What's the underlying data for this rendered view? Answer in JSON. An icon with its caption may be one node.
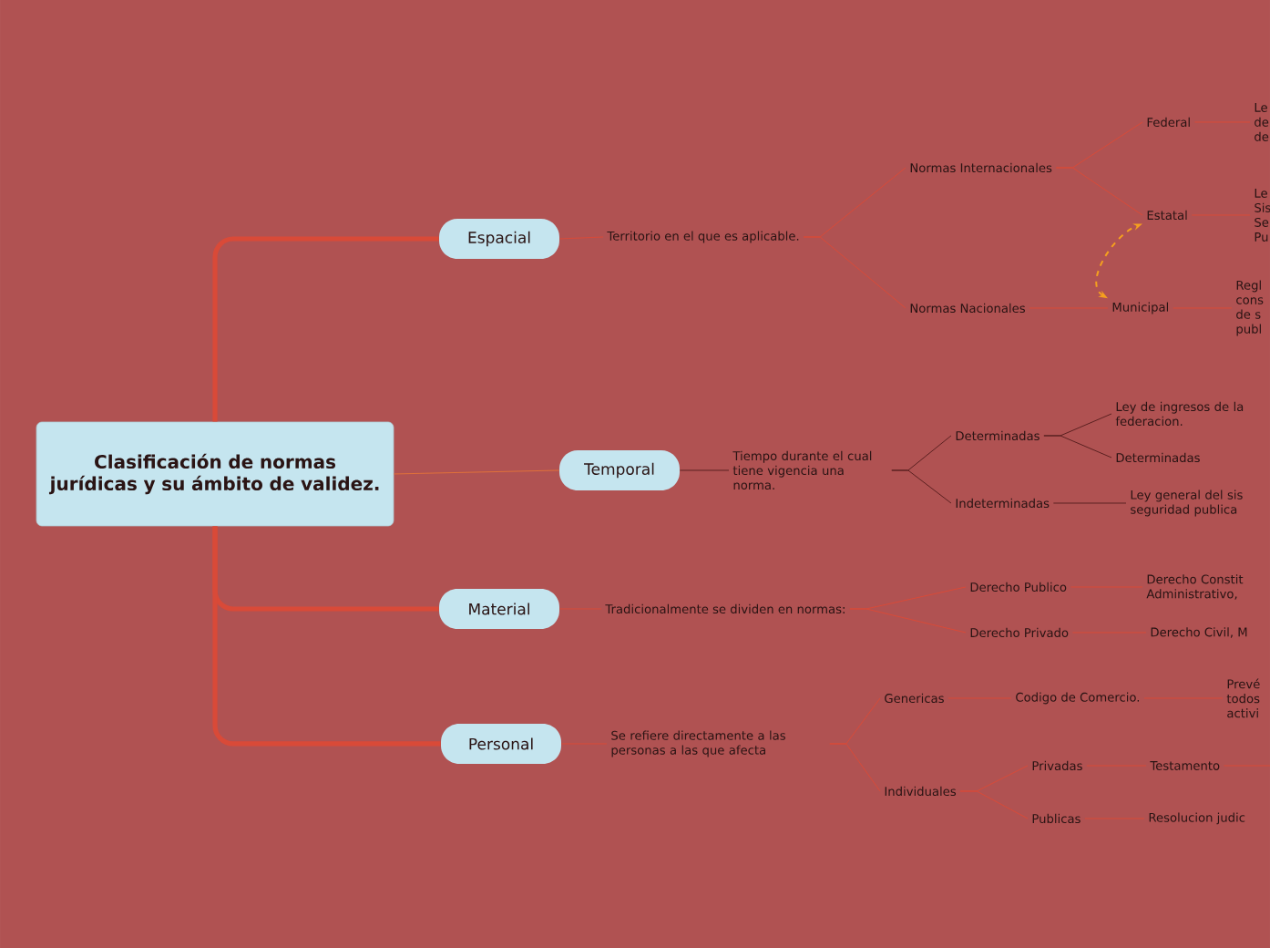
{
  "diagram": {
    "nodes": [
      {
        "text": [
          "Clasificación de normas jurídicas y su ámbito de validez."
        ]
      },
      {
        "text": [
          "Espacial"
        ]
      },
      {
        "text": [
          "Territorio en el que es aplicable."
        ]
      },
      {
        "text": [
          "Normas Internacionales"
        ]
      },
      {
        "text": [
          "Federal"
        ]
      },
      {
        "text": [
          "Le de de"
        ]
      },
      {
        "text": [
          "Estatal"
        ]
      },
      {
        "text": [
          "Le Sis Se Pu"
        ]
      },
      {
        "text": [
          "Normas Nacionales"
        ]
      },
      {
        "text": [
          "Municipal"
        ]
      },
      {
        "text": [
          "Regl cons de s publ"
        ]
      },
      {
        "text": [
          "Temporal"
        ]
      },
      {
        "text": [
          "Tiempo durante el cual tiene vigencia una norma."
        ]
      },
      {
        "text": [
          "Determinadas"
        ]
      },
      {
        "text": [
          "Ley de ingresos de la federacion."
        ]
      },
      {
        "text": [
          "Determinadas"
        ]
      },
      {
        "text": [
          "Indeterminadas"
        ]
      },
      {
        "text": [
          "Ley general del sis seguridad publica"
        ]
      },
      {
        "text": [
          "Material"
        ]
      },
      {
        "text": [
          "Tradicionalmente se dividen en normas:"
        ]
      },
      {
        "text": [
          "Derecho Publico"
        ]
      },
      {
        "text": [
          "Derecho Constit Administrativo,"
        ]
      },
      {
        "text": [
          "Derecho Privado"
        ]
      },
      {
        "text": [
          "Derecho Civil, M"
        ]
      },
      {
        "text": [
          "Personal"
        ]
      },
      {
        "text": [
          "Se refiere directamente a las personas a las que afecta"
        ]
      },
      {
        "text": [
          "Genericas"
        ]
      },
      {
        "text": [
          "Codigo de Comercio."
        ]
      },
      {
        "text": [
          "Prevé todos activi"
        ]
      },
      {
        "text": [
          "Individuales"
        ]
      },
      {
        "text": [
          "Privadas"
        ]
      },
      {
        "text": [
          "Testamento"
        ]
      },
      {
        "text": [
          "Publicas"
        ]
      },
      {
        "text": [
          "Resolucion judic"
        ]
      }
    ],
    "edges": [
      {
        "from": 0,
        "to": 1,
        "arrow": "none",
        "style": "thick"
      },
      {
        "from": 1,
        "to": 2,
        "arrow": "none"
      },
      {
        "from": 2,
        "to": 3,
        "arrow": "none"
      },
      {
        "from": 3,
        "to": 4,
        "arrow": "none"
      },
      {
        "from": 4,
        "to": 5,
        "arrow": "none"
      },
      {
        "from": 3,
        "to": 6,
        "arrow": "none"
      },
      {
        "from": 6,
        "to": 7,
        "arrow": "none"
      },
      {
        "from": 2,
        "to": 8,
        "arrow": "none"
      },
      {
        "from": 8,
        "to": 9,
        "arrow": "none"
      },
      {
        "from": 9,
        "to": 10,
        "arrow": "none"
      },
      {
        "from": 9,
        "to": 6,
        "arrow": "both",
        "style": "dashed",
        "color": "#f5a01e"
      },
      {
        "from": 0,
        "to": 11,
        "arrow": "none",
        "color": "#e0703a"
      },
      {
        "from": 11,
        "to": 12,
        "arrow": "none",
        "color": "#5a2020"
      },
      {
        "from": 12,
        "to": 13,
        "arrow": "none",
        "color": "#5a2020"
      },
      {
        "from": 13,
        "to": 14,
        "arrow": "none",
        "color": "#5a2020"
      },
      {
        "from": 13,
        "to": 15,
        "arrow": "none",
        "color": "#5a2020"
      },
      {
        "from": 12,
        "to": 16,
        "arrow": "none",
        "color": "#5a2020"
      },
      {
        "from": 16,
        "to": 17,
        "arrow": "none",
        "color": "#5a2020"
      },
      {
        "from": 0,
        "to": 18,
        "arrow": "none",
        "style": "thick"
      },
      {
        "from": 18,
        "to": 19,
        "arrow": "none"
      },
      {
        "from": 19,
        "to": 20,
        "arrow": "none"
      },
      {
        "from": 20,
        "to": 21,
        "arrow": "none"
      },
      {
        "from": 19,
        "to": 22,
        "arrow": "none"
      },
      {
        "from": 22,
        "to": 23,
        "arrow": "none"
      },
      {
        "from": 0,
        "to": 24,
        "arrow": "none",
        "style": "thick"
      },
      {
        "from": 24,
        "to": 25,
        "arrow": "none"
      },
      {
        "from": 25,
        "to": 26,
        "arrow": "none"
      },
      {
        "from": 26,
        "to": 27,
        "arrow": "none"
      },
      {
        "from": 27,
        "to": 28,
        "arrow": "none"
      },
      {
        "from": 25,
        "to": 29,
        "arrow": "none"
      },
      {
        "from": 29,
        "to": 30,
        "arrow": "none"
      },
      {
        "from": 30,
        "to": 31,
        "arrow": "none"
      },
      {
        "from": 29,
        "to": 32,
        "arrow": "none"
      },
      {
        "from": 32,
        "to": 33,
        "arrow": "none"
      },
      {
        "from": 31,
        "to": null,
        "arrow": "none"
      }
    ]
  }
}
